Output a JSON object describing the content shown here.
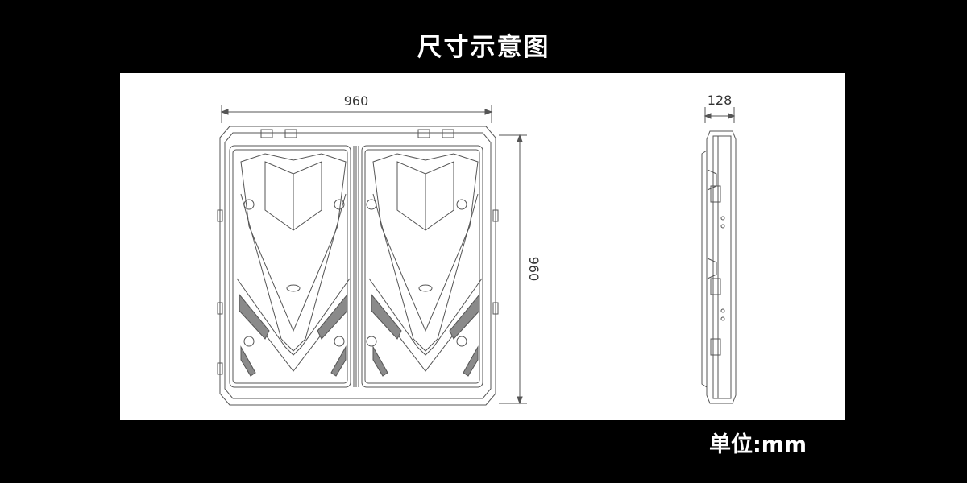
{
  "title": "尺寸示意图",
  "front_view": {
    "width_label": "960",
    "height_label": "960"
  },
  "side_view": {
    "depth_label": "128"
  },
  "unit_label": "单位:mm"
}
